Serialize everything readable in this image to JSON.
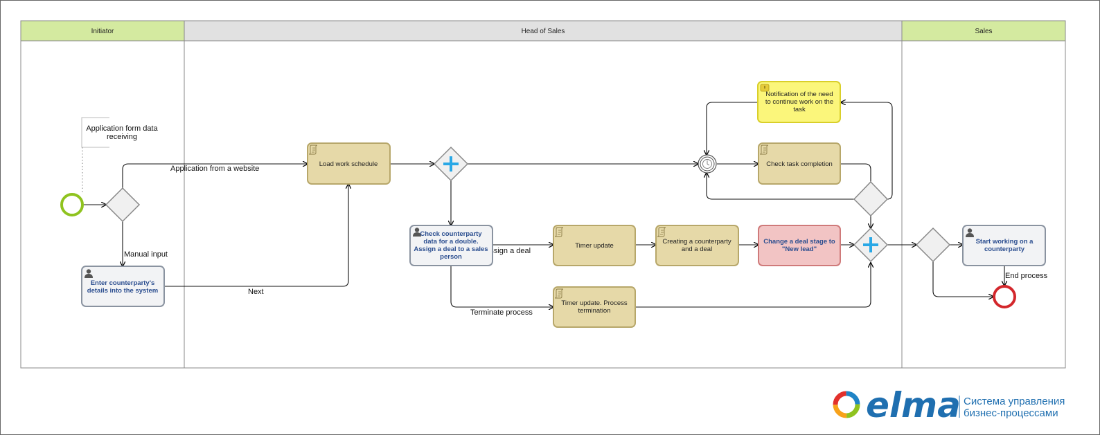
{
  "lanes": [
    {
      "id": "initiator",
      "title": "Initiator"
    },
    {
      "id": "head",
      "title": "Head of Sales"
    },
    {
      "id": "sales",
      "title": "Sales"
    }
  ],
  "annotation": [
    "Application form data",
    "receiving"
  ],
  "tasks": {
    "enter_details": [
      "Enter counterparty's",
      "details into the system"
    ],
    "load_schedule": [
      "Load work schedule"
    ],
    "check_double": [
      "Check counterparty",
      "data for a double.",
      "Assign a deal to a sales",
      "person"
    ],
    "timer_update": [
      "Timer update"
    ],
    "creating": [
      "Creating a counterparty",
      "and a deal"
    ],
    "change_stage": [
      "Change a deal stage to",
      "\"New lead\""
    ],
    "timer_termination": [
      "Timer update. Process",
      "termination"
    ],
    "notification": [
      "Notification of the need",
      "to continue work on the",
      "task"
    ],
    "check_completion": [
      "Check task completion"
    ],
    "start_working": [
      "Start working on a",
      "counterparty"
    ]
  },
  "flows": {
    "application_from_website": "Application from a website",
    "manual_input": "Manual input",
    "next": "Next",
    "assign_a_deal": "Assign a deal",
    "terminate_process": "Terminate process",
    "end_process": "End process"
  },
  "logo": {
    "word": "elma",
    "caption": [
      "Система управления",
      "бизнес-процессами"
    ]
  },
  "colors": {
    "lane_header_green": "#d4eaa0",
    "lane_header_gray": "#e1e1e1",
    "script_task": "#e6d9a8",
    "user_task": "#f2f3f5",
    "notification_task": "#fbf67b",
    "error_task": "#f2c4c4",
    "start_event": "#8fc31f",
    "end_event": "#d3272c",
    "parallel_plus": "#29a8e6"
  }
}
